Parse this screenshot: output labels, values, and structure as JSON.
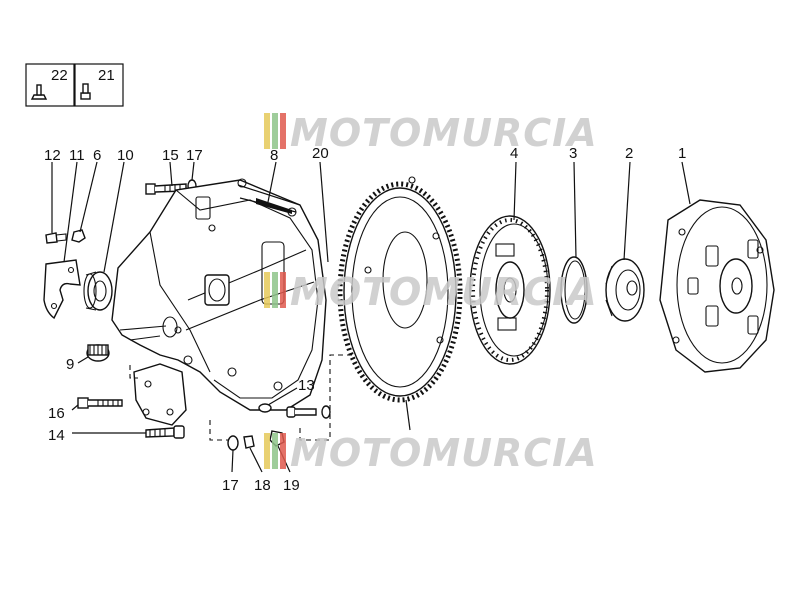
{
  "legend": [
    {
      "number": "22",
      "icon": "flange-screw-icon"
    },
    {
      "number": "21",
      "icon": "bolt-icon"
    }
  ],
  "callouts": [
    "1",
    "2",
    "3",
    "4",
    "6",
    "8",
    "9",
    "10",
    "11",
    "12",
    "13",
    "14",
    "15",
    "16",
    "17",
    "17",
    "18",
    "19",
    "20"
  ],
  "watermark": "MOTOMURCIA",
  "colors": {
    "line": "#111111",
    "watermark": "#c9c9c9",
    "stripe_red": "#e05a4e",
    "stripe_green": "#8fc58a",
    "stripe_yellow": "#e6c95a"
  }
}
